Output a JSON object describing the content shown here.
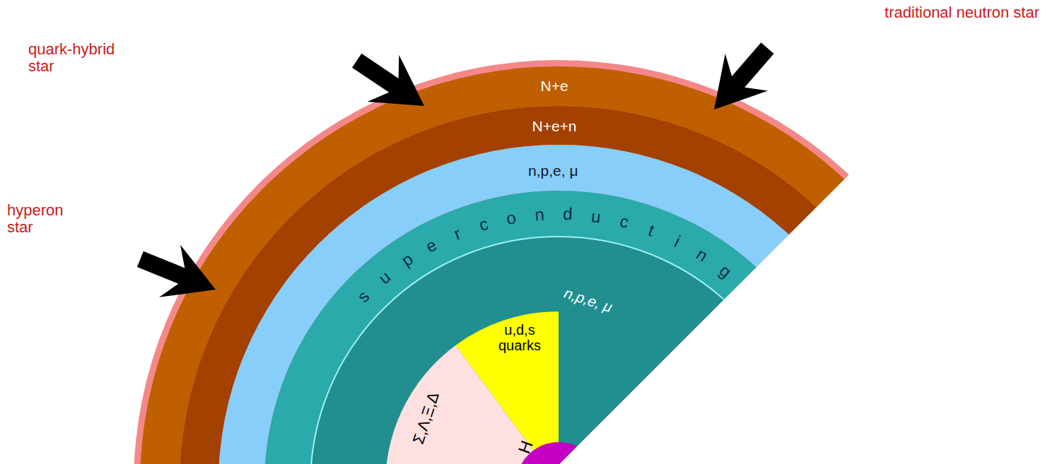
{
  "diagram": {
    "nodes": [
      {
        "text": [
          "N+e"
        ]
      },
      {
        "text": [
          "N+e+n"
        ]
      },
      {
        "text": [
          "n,p,e, μ"
        ]
      },
      {
        "text": [
          "superconducting"
        ]
      },
      {
        "text": [
          "n,p,e, μ"
        ]
      },
      {
        "text": [
          "u,d,s quarks"
        ],
        "in": 4
      },
      {
        "text": [
          "Σ,Λ,Ξ,Δ"
        ],
        "in": 4
      },
      {
        "text": [
          "H"
        ],
        "in": 4
      }
    ],
    "labels": [
      "quark-hybrid star",
      "traditional neutron star",
      "hyperon star"
    ]
  }
}
